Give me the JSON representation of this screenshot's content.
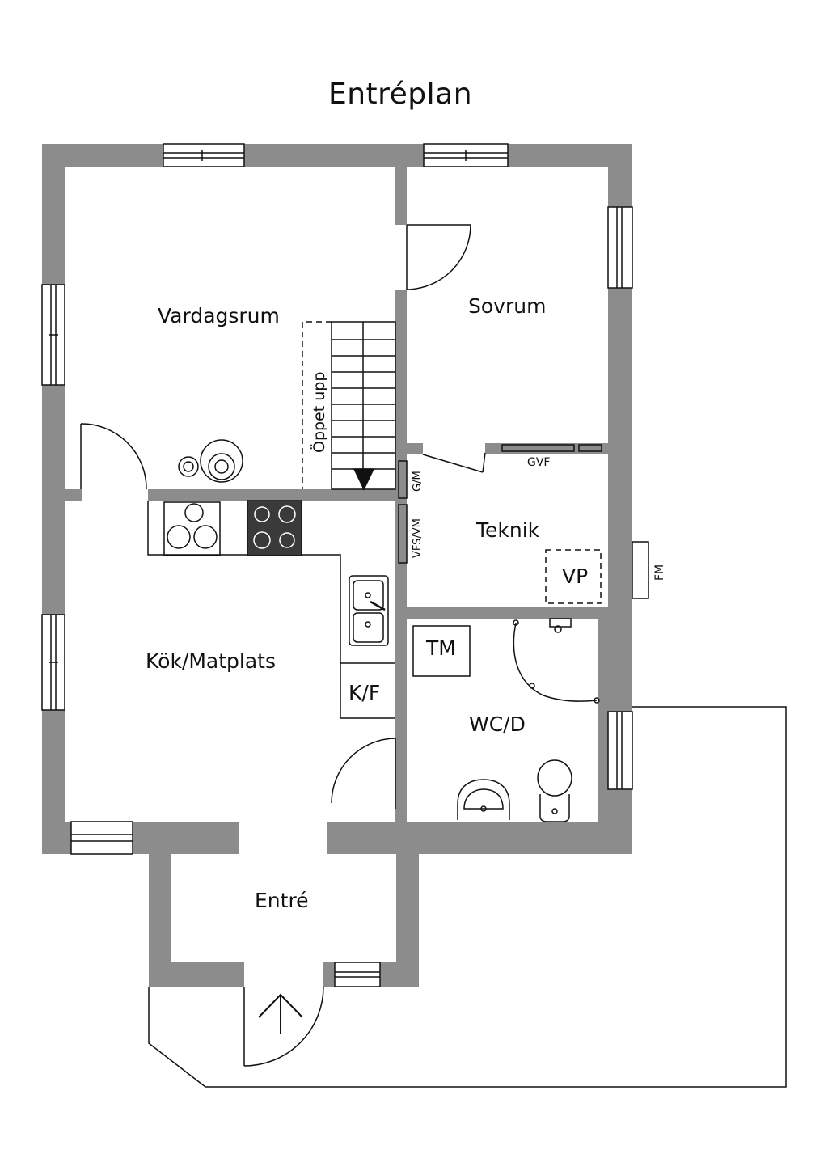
{
  "title": "Entréplan",
  "rooms": {
    "vardagsrum": "Vardagsrum",
    "sovrum": "Sovrum",
    "teknik": "Teknik",
    "kok": "Kök/Matplats",
    "wc": "WC/D",
    "entre": "Entré"
  },
  "fixtures": {
    "oppet_upp": "Öppet upp",
    "gm": "G/M",
    "vfs_vm": "VFS/VM",
    "gvf": "GVF",
    "vp": "VP",
    "fm": "FM",
    "tm": "TM",
    "kf": "K/F"
  },
  "colors": {
    "wall": "#8c8c8c",
    "line": "#111111",
    "stove": "#3a3a3a"
  }
}
